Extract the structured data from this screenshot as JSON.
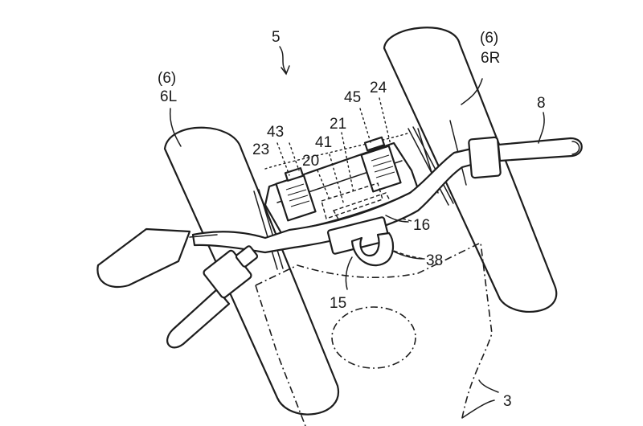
{
  "diagram": {
    "assembly_label": "5",
    "labels": {
      "wheel_left_group": "(6)",
      "wheel_left": "6L",
      "wheel_right_group": "(6)",
      "wheel_right": "6R",
      "handlebar": "8",
      "body": "3",
      "l15": "15",
      "l16": "16",
      "l20": "20",
      "l21": "21",
      "l23": "23",
      "l24": "24",
      "l38": "38",
      "l41": "41",
      "l43": "43",
      "l45": "45"
    }
  }
}
